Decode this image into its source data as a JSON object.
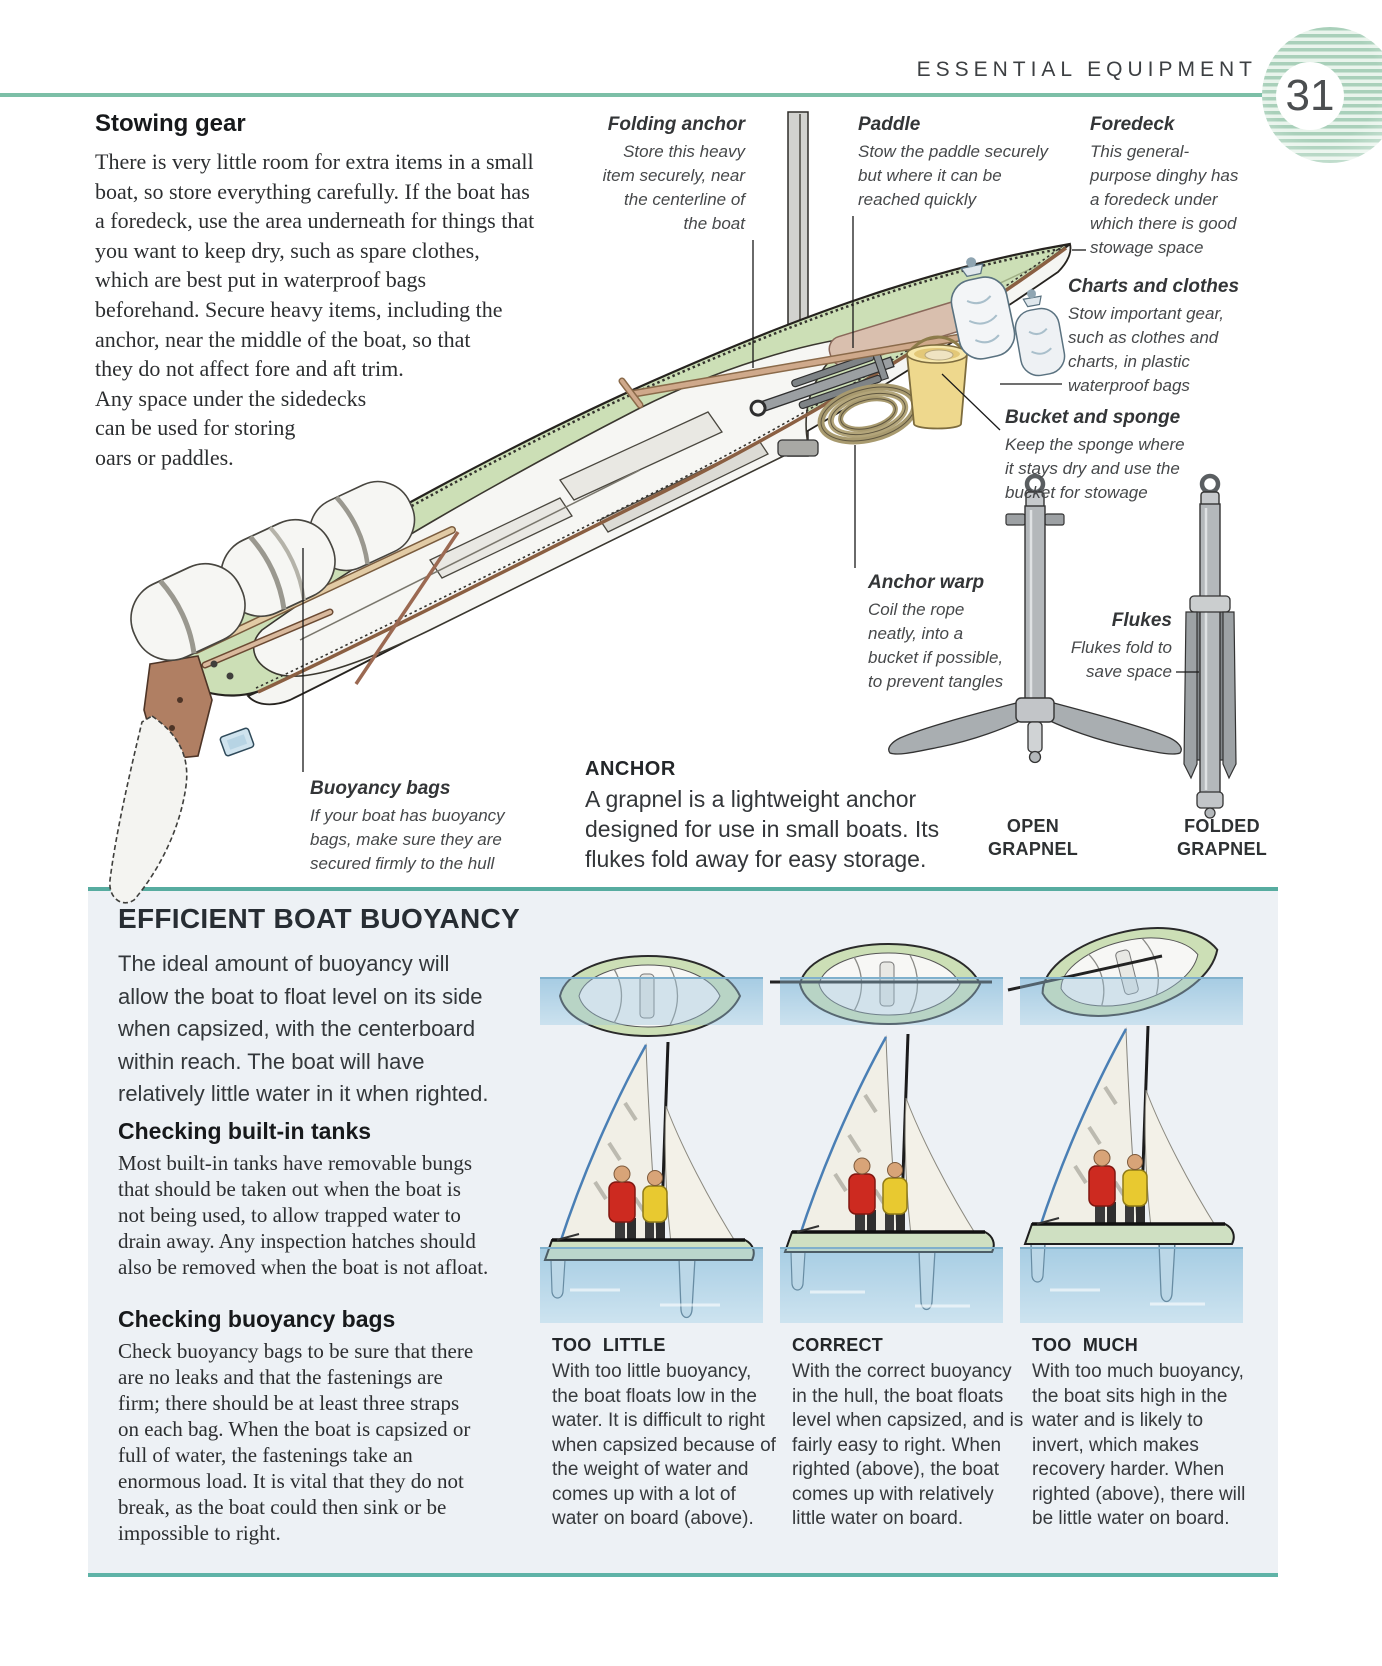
{
  "header": {
    "title": "ESSENTIAL EQUIPMENT",
    "page_number": "31"
  },
  "stowing": {
    "title": "Stowing gear",
    "lines": [
      "There is very little room for extra items in a small",
      "boat, so store everything carefully. If the boat has",
      "a foredeck, use the area underneath for things that",
      "you want to keep dry, such as spare clothes,",
      "which are best put in waterproof bags",
      "beforehand. Secure heavy items, including the",
      "anchor, near the middle of the boat, so that",
      "they do not affect fore and aft trim.",
      "Any space under the sidedecks",
      "can be used for storing",
      "oars or paddles."
    ]
  },
  "annotations": {
    "folding_anchor": {
      "title": "Folding anchor",
      "lines": [
        "Store this heavy",
        "item securely, near",
        "the centerline of",
        "the boat"
      ]
    },
    "paddle": {
      "title": "Paddle",
      "lines": [
        "Stow the paddle securely",
        "but where it can be",
        "reached quickly"
      ]
    },
    "foredeck": {
      "title": "Foredeck",
      "lines": [
        "This general-",
        "purpose dinghy has",
        "a foredeck under",
        "which there is good",
        "stowage space"
      ]
    },
    "charts": {
      "title": "Charts and clothes",
      "lines": [
        "Stow important gear,",
        "such as clothes and",
        "charts, in plastic",
        "waterproof bags"
      ]
    },
    "bucket": {
      "title": "Bucket and sponge",
      "lines": [
        "Keep the sponge where",
        "it stays dry and use the",
        "bucket for stowage"
      ]
    },
    "anchor_warp": {
      "title": "Anchor warp",
      "lines": [
        "Coil the rope",
        "neatly, into a",
        "bucket if possible,",
        "to prevent tangles"
      ]
    },
    "flukes": {
      "title": "Flukes",
      "lines": [
        "Flukes fold to",
        "save space"
      ]
    },
    "buoyancy_bags": {
      "title": "Buoyancy bags",
      "lines": [
        "If your boat has buoyancy",
        "bags, make sure they are",
        "secured firmly to the hull"
      ]
    }
  },
  "anchor_section": {
    "title": "ANCHOR",
    "lines": [
      "A grapnel is a lightweight anchor",
      "designed for use in small boats. Its",
      "flukes fold away for easy storage."
    ],
    "open_label": [
      "OPEN",
      "GRAPNEL"
    ],
    "folded_label": [
      "FOLDED",
      "GRAPNEL"
    ]
  },
  "buoyancy": {
    "title": "EFFICIENT BOAT BUOYANCY",
    "intro_lines": [
      "The ideal amount of buoyancy will",
      "allow the boat to float level on its side",
      "when capsized, with the centerboard",
      "within reach. The boat will have",
      "relatively little water in it when righted."
    ],
    "tanks_title": "Checking built-in tanks",
    "tanks_lines": [
      "Most built-in tanks have removable bungs",
      "that should be taken out when the boat is",
      "not being used, to allow trapped water to",
      "drain away. Any inspection hatches should",
      "also be removed when the boat is not afloat."
    ],
    "bags_title": "Checking buoyancy bags",
    "bags_lines": [
      "Check buoyancy bags to be sure that there",
      "are no leaks and that the fastenings are",
      "firm; there should be at least three straps",
      "on each bag. When the boat is capsized or",
      "full of water, the fastenings take an",
      "enormous load. It is vital that they do not",
      "break, as the boat could then sink or be",
      "impossible to right."
    ],
    "columns": [
      {
        "label": "TOO LITTLE",
        "lines": [
          "With too little buoyancy,",
          "the boat floats low in the",
          "water. It is difficult to right",
          "when capsized because of",
          "the weight of water and",
          "comes up with a lot of",
          "water on board (above)."
        ]
      },
      {
        "label": "CORRECT",
        "lines": [
          "With the correct buoyancy",
          "in the hull, the boat floats",
          "level when capsized, and is",
          "fairly easy to right. When",
          "righted (above), the boat",
          "comes up with relatively",
          "little water on board."
        ]
      },
      {
        "label": "TOO MUCH",
        "lines": [
          "With too much buoyancy,",
          "the boat sits high in the",
          "water and is likely to",
          "invert, which makes",
          "recovery harder. When",
          "righted (above), there will",
          "be little water on board."
        ]
      }
    ]
  },
  "colors": {
    "header_rule_green": "#7cbfa7",
    "panel_border_teal": "#57aca0",
    "panel_background": "#edf1f5",
    "deck_green": "#ccdfb6",
    "water_blue": "#aed2e8",
    "bucket_yellow": "#eed88d"
  }
}
